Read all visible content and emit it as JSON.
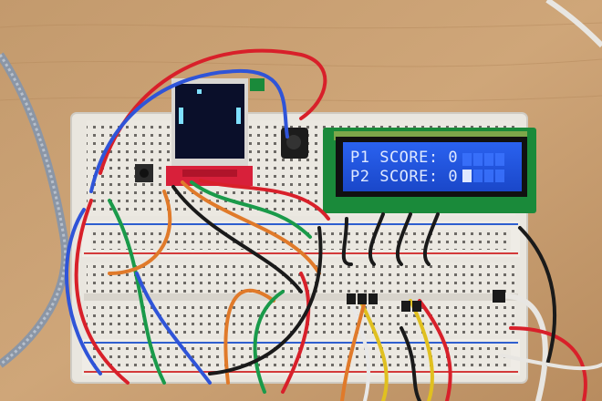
{
  "lcd": {
    "line1": "P1 SCORE: 0",
    "line2": "P2 SCORE: 0",
    "backlight_color": "#1f55e6",
    "text_color": "#dfe9ff"
  },
  "tft": {
    "content": "pong game",
    "background": "#0a0f2a",
    "paddle_color": "#7fe0ff"
  },
  "colors": {
    "desk": "#c9a074",
    "breadboard": "#e9e6df",
    "rail_red": "#d33a3a",
    "rail_blue": "#2f5fcf",
    "pcb_red": "#d8203a",
    "pcb_green": "#1a8a3a"
  }
}
